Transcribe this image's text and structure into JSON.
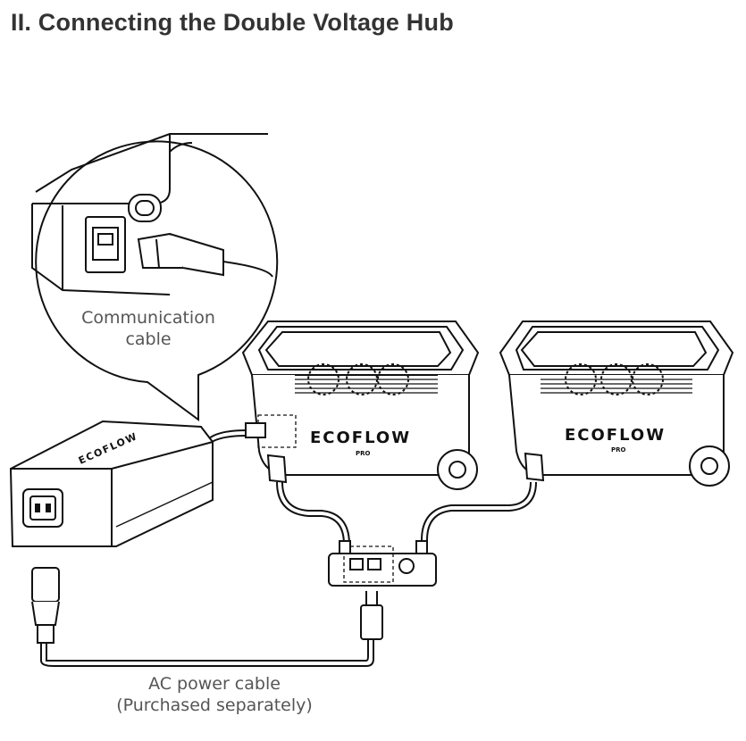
{
  "heading": {
    "title": "II. Connecting the Double Voltage Hub"
  },
  "callouts": {
    "communication_line1": "Communication",
    "communication_line2": "cable",
    "ac_line1": "AC power cable",
    "ac_line2": "(Purchased separately)"
  },
  "brand": {
    "left_unit": "ECOFLOW",
    "right_unit": "ECOFLOW",
    "hub": "ECOFLOW",
    "model_badge": "PRO"
  },
  "colors": {
    "title": "#333333",
    "line": "#111111",
    "caption": "#555555"
  }
}
